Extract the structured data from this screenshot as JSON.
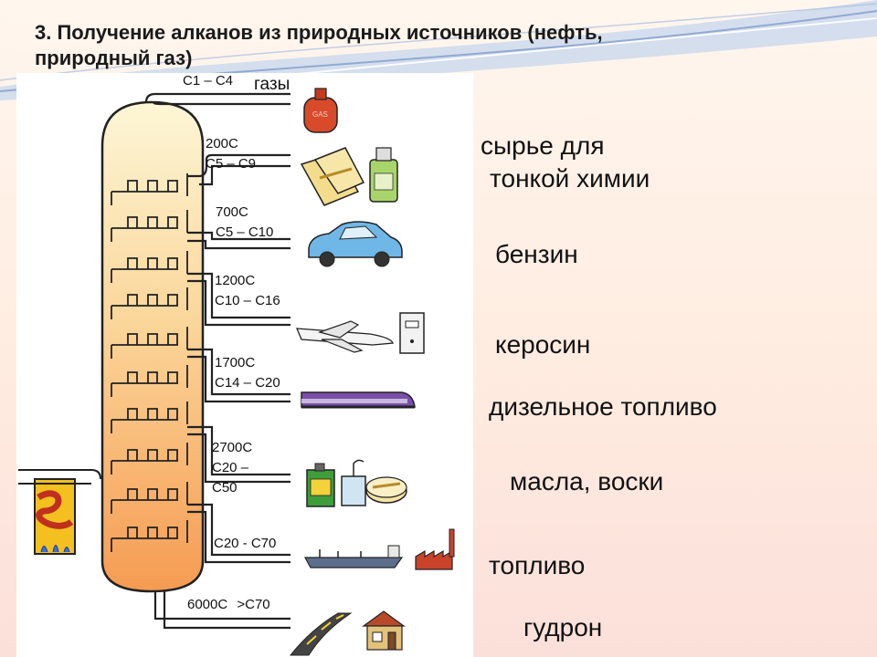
{
  "slide": {
    "title_line1": "3. Получение алканов из природных источников (нефть,",
    "title_line2": "природный газ)"
  },
  "column_labels": [
    {
      "temp": "",
      "range": "С1 – С4",
      "tag": "газы"
    },
    {
      "temp": "200С",
      "range": "С5 – С9"
    },
    {
      "temp": "700С",
      "range": "С5 – С10"
    },
    {
      "temp": "1200С",
      "range": "С10 – С16"
    },
    {
      "temp": "1700С",
      "range": "С14 – С20"
    },
    {
      "temp": "2700С",
      "range_a": "С20 –",
      "range_b": "С50"
    },
    {
      "range": "С20 - С70"
    },
    {
      "temp": "6000С",
      "range": ">С70"
    }
  ],
  "products": [
    "сырье для",
    "тонкой химии",
    "бензин",
    "керосин",
    "дизельное топливо",
    "масла, воски",
    "топливо",
    "гудрон"
  ],
  "icons": [
    "gas-cylinder-icon",
    "sacks-icon",
    "bottle-icon",
    "car-icon",
    "airplane-icon",
    "tank-icon",
    "train-icon",
    "oil-can-icon",
    "jar-icon",
    "tin-icon",
    "ship-icon",
    "factory-icon",
    "road-icon",
    "house-icon",
    "furnace-icon"
  ],
  "colors": {
    "column_top": "#fdf6d6",
    "column_mid": "#fbd69a",
    "column_bottom": "#f59b52",
    "pipe": "#222222",
    "furnace": "#f4c020"
  }
}
